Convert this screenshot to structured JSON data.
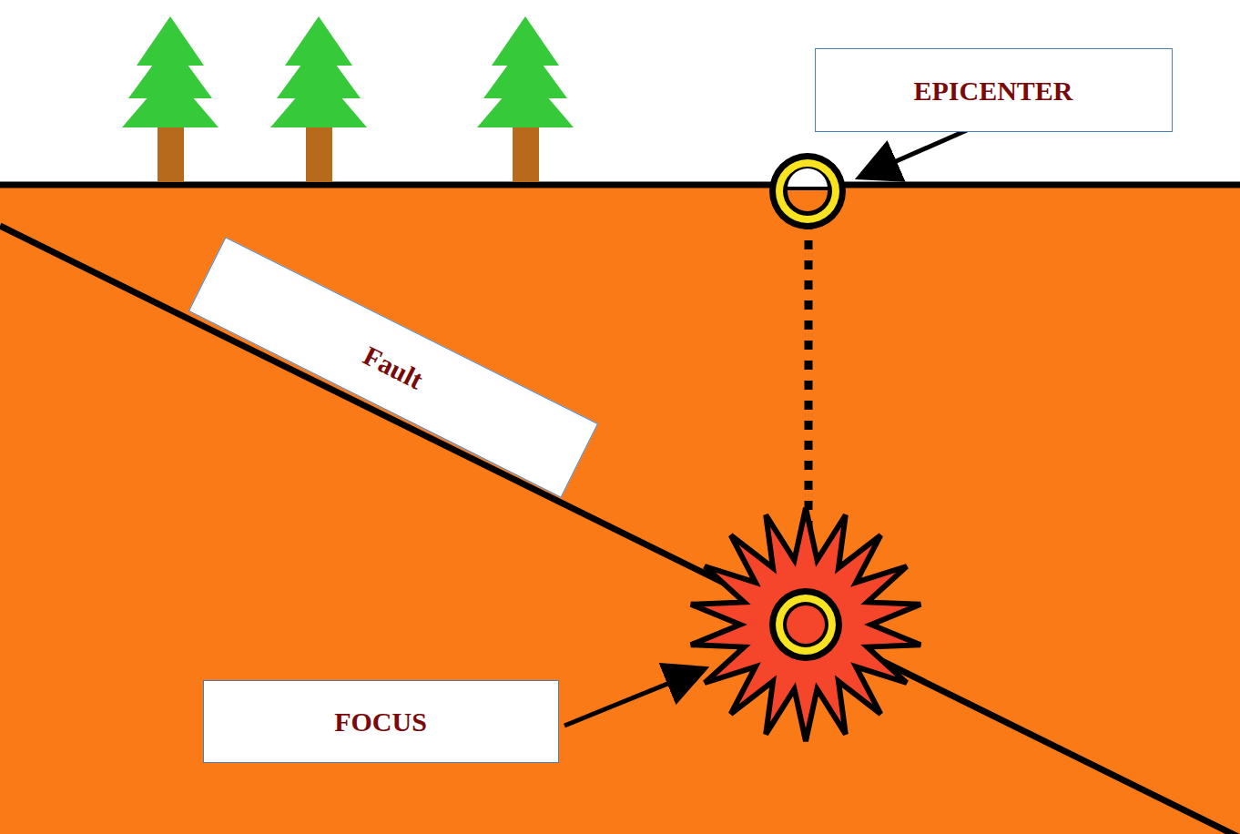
{
  "diagram": {
    "nodes": [
      {
        "text": [
          "EPICENTER"
        ]
      },
      {
        "text": [
          "Fault"
        ]
      },
      {
        "text": [
          "FOCUS"
        ]
      }
    ]
  }
}
